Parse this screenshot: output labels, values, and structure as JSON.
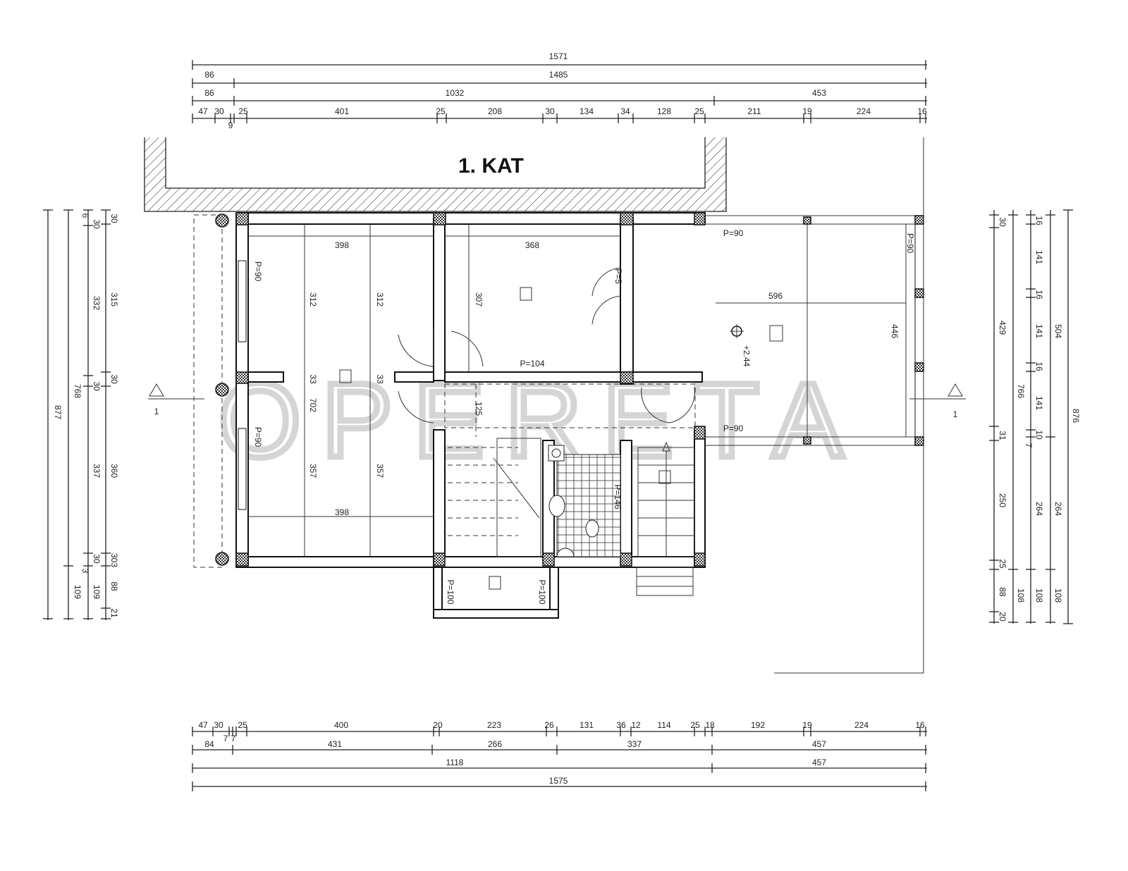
{
  "title": "1. KAT",
  "watermark": "OPERETA",
  "dims": {
    "top": [
      [
        "1571"
      ],
      [
        "86",
        "1485"
      ],
      [
        "86",
        "1032",
        "453"
      ],
      [
        "47",
        "30",
        "9",
        "25",
        "401",
        "25",
        "208",
        "30",
        "134",
        "34",
        "128",
        "25",
        "211",
        "19",
        "224",
        "16"
      ]
    ],
    "bottom": [
      [
        "47",
        "30",
        "7",
        "7",
        "25",
        "400",
        "20",
        "223",
        "26",
        "131",
        "36",
        "12",
        "114",
        "25",
        "18",
        "192",
        "19",
        "224",
        "16"
      ],
      [
        "84",
        "431",
        "266",
        "337",
        "457"
      ],
      [
        "1118",
        "457"
      ],
      [
        "1575"
      ]
    ],
    "left": [
      [
        "877"
      ],
      [
        "768",
        "109"
      ],
      [
        "6",
        "30",
        "332",
        "30",
        "337",
        "30",
        "3",
        "109"
      ],
      [
        "30",
        "315",
        "30",
        "360",
        "303",
        "88",
        "21"
      ]
    ],
    "right": [
      [
        "30",
        "429",
        "31",
        "250",
        "25",
        "88",
        "20"
      ],
      [
        "766",
        "108"
      ],
      [
        "16",
        "141",
        "16",
        "141",
        "16",
        "141",
        "10",
        "7",
        "264",
        "108"
      ],
      [
        "504",
        "264",
        "108"
      ],
      [
        "876"
      ]
    ]
  },
  "rooms": {
    "labels": [
      "398",
      "368",
      "312",
      "312",
      "307",
      "702",
      "33",
      "33",
      "357",
      "357",
      "398",
      "125",
      "596",
      "446"
    ],
    "openings": [
      "P=90",
      "P=90",
      "P=104",
      "P=5",
      "P=146",
      "P=100",
      "P=100",
      "P=90",
      "P=90",
      "P=90"
    ],
    "elevation": "+2.44",
    "section_marks": [
      "1",
      "1"
    ]
  }
}
